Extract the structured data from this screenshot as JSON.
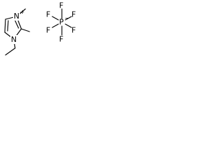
{
  "cation": {
    "name": "1-ethyl-2,3-dimethylimidazolium",
    "n_plus_label": "N",
    "n_plus_charge": "+",
    "n_label": "N"
  },
  "anion": {
    "name": "hexafluorophosphate",
    "p_label": "P",
    "p_charge": "−",
    "f_labels": [
      "F",
      "F",
      "F",
      "F",
      "F",
      "F"
    ]
  }
}
